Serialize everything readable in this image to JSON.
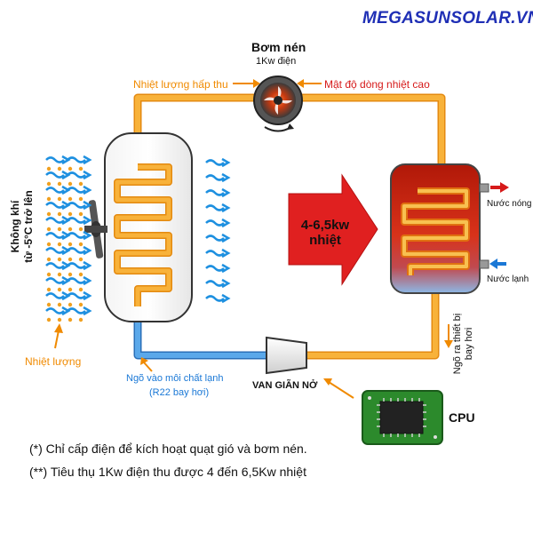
{
  "brand": "MEGASUNSOLAR.VN",
  "compressor": {
    "title": "Bơm nén",
    "power": "1Kw điện"
  },
  "heat_absorbed": "Nhiệt lượng hấp thu",
  "high_density": "Mật độ dòng nhiệt cao",
  "big_arrow": {
    "line1": "4-6,5kw",
    "line2": "nhiệt"
  },
  "hot_water": "Nước nóng",
  "cold_water": "Nước lạnh",
  "air_side": {
    "line1": "Không khí",
    "line2": "từ -5°C trở lên"
  },
  "heat_input": "Nhiệt lượng",
  "evaporator_inlet": {
    "line1": "Ngõ vào môi chất lạnh",
    "line2": "(R22 bay hơi)"
  },
  "expansion_valve": "VAN GIÃN NỞ",
  "condenser_outlet": {
    "line1": "Ngõ ra thiết bị",
    "line2": "bay hơi"
  },
  "cpu": "CPU",
  "notes": [
    "(*) Chỉ cấp điện để kích hoạt quạt gió và bơm nén.",
    "(**) Tiêu thụ 1Kw điện thu được 4 đến 6,5Kw nhiệt"
  ],
  "colors": {
    "pipe_hot": "#f5a623",
    "pipe_cold": "#3b8fd8",
    "air_arrow": "#1e90e0",
    "heat_dot": "#f0a020",
    "big_arrow": "#e02020",
    "tank_top": "#c81e10",
    "tank_bottom": "#7fb0e0",
    "brand": "#1f2fb5"
  }
}
